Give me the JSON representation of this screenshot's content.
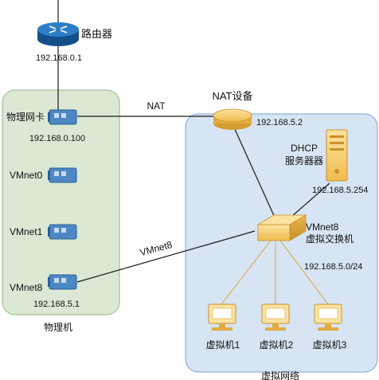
{
  "router": {
    "label": "路由器",
    "ip": "192.168.0.1"
  },
  "physical_machine": {
    "label": "物理机",
    "nic_label": "物理网卡",
    "nic_ip": "192.168.0.100",
    "adapters": [
      "VMnet0",
      "VMnet1",
      "VMnet8"
    ],
    "vmnet8_ip": "192.168.5.1"
  },
  "links": {
    "nat_label": "NAT",
    "vmnet8_label": "VMnet8"
  },
  "virtual_network": {
    "label": "虚拟网络",
    "nat_device": {
      "label": "NAT设备",
      "ip": "192.168.5.2"
    },
    "dhcp_server": {
      "label_line1": "DHCP",
      "label_line2": "服务器器",
      "ip": "192.168.5.254"
    },
    "switch": {
      "label_line1": "VMnet8",
      "label_line2": "虚拟交换机",
      "subnet": "192.168.5.0/24"
    },
    "vms": [
      "虚拟机1",
      "虚拟机2",
      "虚拟机3"
    ]
  },
  "colors": {
    "physical_bg": "#dbe9d4",
    "physical_border": "#8fb383",
    "virtual_bg": "#d6e4f3",
    "virtual_border": "#7ea3cc",
    "router_blue": "#1f6fb7",
    "nic_blue": "#4d87c4",
    "device_gold": "#f0c15a"
  }
}
